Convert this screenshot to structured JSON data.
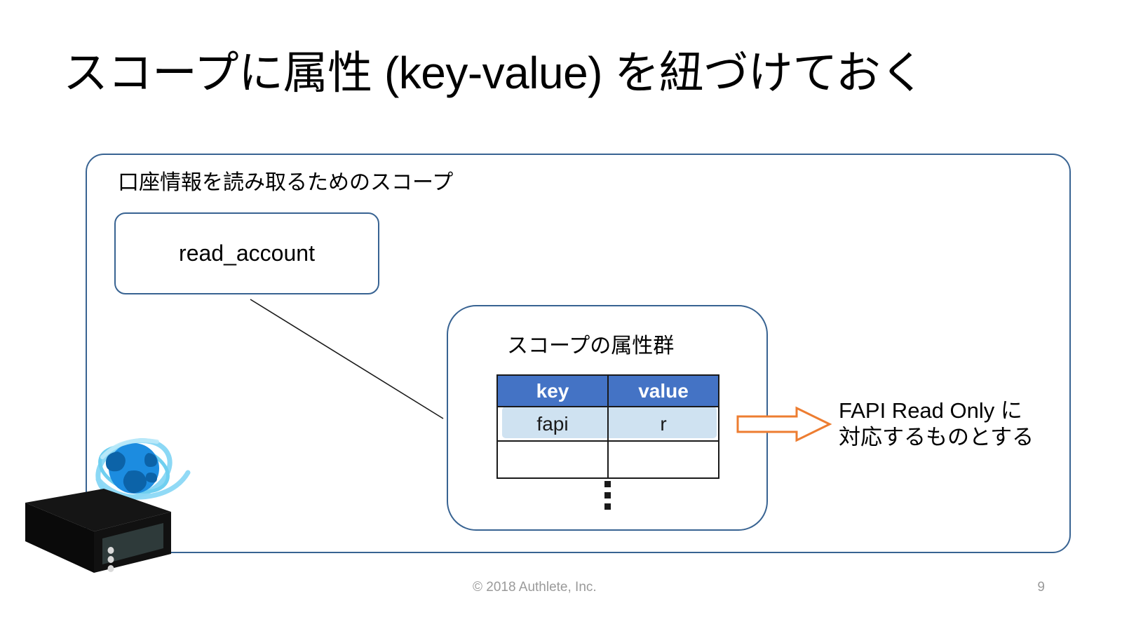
{
  "slide": {
    "title": "スコープに属性 (key-value) を紐づけておく",
    "page_number": "9",
    "copyright": "© 2018 Authlete, Inc."
  },
  "scope_box": {
    "label": "口座情報を読み取るためのスコープ",
    "border_color": "#386392"
  },
  "scope_item": {
    "label": "read_account",
    "border_color": "#386392"
  },
  "attributes_box": {
    "label": "スコープの属性群",
    "border_color": "#386392",
    "ellipsis": "⋮"
  },
  "attributes_table": {
    "columns": [
      "key",
      "value"
    ],
    "header_bg": "#4473C5",
    "header_text_color": "#FFFFFF",
    "highlight_bg": "#CFE2F1",
    "rows": [
      {
        "key": "fapi",
        "value": "r",
        "highlighted": true
      },
      {
        "key": "",
        "value": "",
        "highlighted": false
      }
    ]
  },
  "callout": {
    "arrow_color": "#ED7D31",
    "line1": "FAPI Read Only に",
    "line2": "対応するものとする"
  },
  "graphic": {
    "server_label": "server-icon",
    "globe_label": "globe-icon",
    "server_color": "#111111",
    "server_panel_color": "#2E3A3A",
    "globe_color": "#1C8CE0"
  }
}
